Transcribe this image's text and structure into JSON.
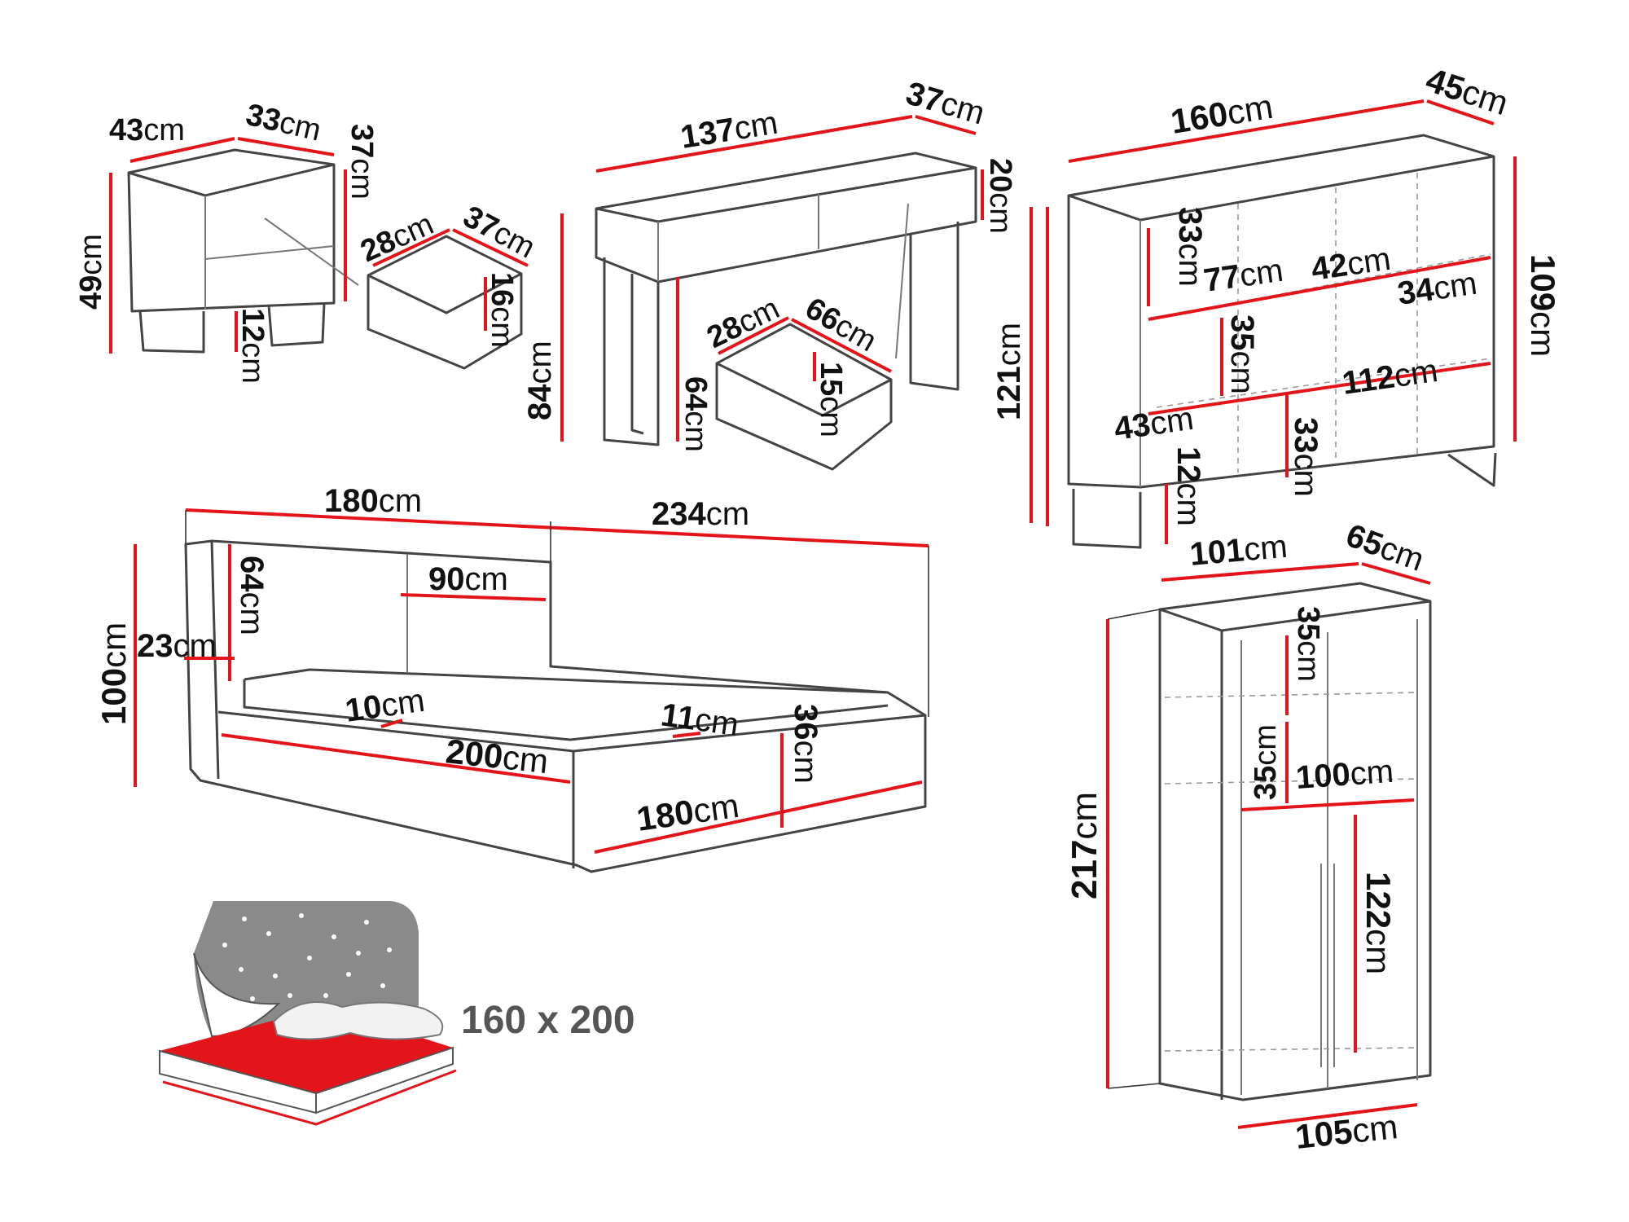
{
  "unit": "cm",
  "colors": {
    "dimension_line": "#e3141a",
    "outline": "#444444",
    "mattress_top": "#e3141a",
    "night_sky": "#8a8a8a",
    "label_gray": "#555555"
  },
  "nightstand": {
    "width": "43",
    "depth": "33",
    "height_top": "37",
    "height": "49",
    "leg_height": "12",
    "drawer": {
      "depth": "28",
      "width": "37",
      "height": "16"
    }
  },
  "console": {
    "width": "137",
    "depth": "37",
    "drawer_height": "20",
    "height": "84",
    "total_height": "121",
    "leg_height": "64",
    "drawer": {
      "depth": "28",
      "width": "66",
      "height": "15"
    }
  },
  "sideboard": {
    "width": "160",
    "depth": "45",
    "height": "109",
    "shelf_top": "33",
    "compartment_width": "77",
    "compartment_mid": "42",
    "compartment_right": "34",
    "shelf_mid": "35",
    "base_width": "112",
    "left_width": "43",
    "lower_height": "33",
    "leg_height": "12"
  },
  "bed": {
    "headboard_width": "180",
    "total_width": "234",
    "headboard_panel_height": "64",
    "panel_width": "90",
    "headboard_height": "100",
    "side_thickness": "23",
    "frame_side": "10",
    "frame_foot": "11",
    "length": "200",
    "foot_width": "180",
    "frame_height": "36"
  },
  "mattress_badge": {
    "label": "160 x 200",
    "icon": "bed-night-icon"
  },
  "wardrobe": {
    "width": "101",
    "depth": "65",
    "shelf_top": "35",
    "shelf_second": "35",
    "inner_width": "100",
    "height": "217",
    "door_height": "122",
    "base_width": "105"
  }
}
